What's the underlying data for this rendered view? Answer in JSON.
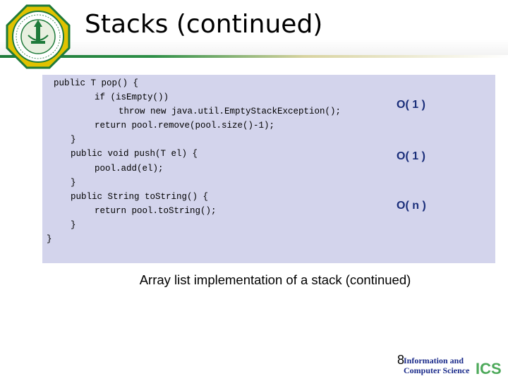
{
  "slide": {
    "title": "Stacks (continued)",
    "page_number": "8"
  },
  "code": {
    "lines": [
      "public T pop() {",
      "if (isEmpty())",
      "throw new java.util.EmptyStackException();",
      "return pool.remove(pool.size()-1);",
      "}",
      "public void push(T el) {",
      "pool.add(el);",
      "}",
      "public String toString() {",
      "return pool.toString();",
      "}",
      "}"
    ]
  },
  "complexities": [
    {
      "label": "O( 1 )"
    },
    {
      "label": "O( 1 )"
    },
    {
      "label": "O( n )"
    }
  ],
  "caption": "Array list implementation of a stack (continued)",
  "footer": {
    "logo_line1": "Information and",
    "logo_line2": "Computer Science",
    "logo_mark": "ICS"
  },
  "colors": {
    "code_background": "#d3d4ec",
    "complexity_text": "#1a2e7a",
    "brand_green": "#1e7a3a",
    "logo_gold": "#d4b000"
  },
  "icons": {
    "university_logo": "kfupm-seal-icon",
    "footer_logo": "ics-logo-icon"
  }
}
